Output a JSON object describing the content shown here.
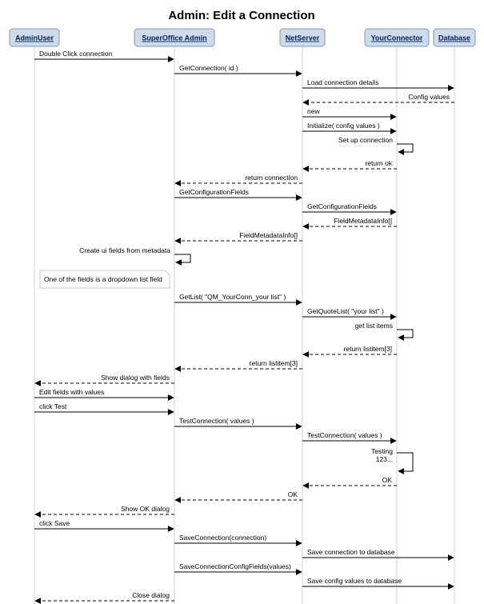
{
  "title": "Admin: Edit a Connection",
  "participants": [
    {
      "id": "adminuser",
      "label": "AdminUser"
    },
    {
      "id": "superoffice",
      "label": "SuperOffice Admin"
    },
    {
      "id": "netserver",
      "label": "NetServer"
    },
    {
      "id": "yourconnector",
      "label": "YourConnector"
    },
    {
      "id": "database",
      "label": "Database"
    }
  ],
  "messages": [
    {
      "from": "adminuser",
      "to": "superoffice",
      "label": "Double Click connection",
      "style": "solid"
    },
    {
      "from": "superoffice",
      "to": "netserver",
      "label": "GetConnection( id )",
      "style": "solid"
    },
    {
      "from": "netserver",
      "to": "database",
      "label": "Load connection details",
      "style": "solid"
    },
    {
      "from": "database",
      "to": "netserver",
      "label": "Config values",
      "style": "dashed"
    },
    {
      "from": "netserver",
      "to": "yourconnector",
      "label": "new",
      "style": "solid"
    },
    {
      "from": "netserver",
      "to": "yourconnector",
      "label": "Initialize( config values )",
      "style": "solid"
    },
    {
      "from": "yourconnector",
      "to": "yourconnector",
      "label": "Set up connection",
      "style": "self"
    },
    {
      "from": "yourconnector",
      "to": "netserver",
      "label": "return ok",
      "style": "dashed"
    },
    {
      "from": "netserver",
      "to": "superoffice",
      "label": "return connection",
      "style": "dashed"
    },
    {
      "from": "superoffice",
      "to": "netserver",
      "label": "GetConfigurationFields",
      "style": "solid"
    },
    {
      "from": "netserver",
      "to": "yourconnector",
      "label": "GetConfigurationFields",
      "style": "solid"
    },
    {
      "from": "yourconnector",
      "to": "netserver",
      "label": "FieldMetadataInfo[]",
      "style": "dashed"
    },
    {
      "from": "netserver",
      "to": "superoffice",
      "label": "FieldMetadataInfo[]",
      "style": "dashed"
    },
    {
      "from": "superoffice",
      "to": "superoffice",
      "label": "Create ui fields from metadata",
      "style": "self"
    },
    {
      "from": "superoffice",
      "to": "netserver",
      "label": "GetList( \"QM_YourConn_your list\" )",
      "style": "solid"
    },
    {
      "from": "netserver",
      "to": "yourconnector",
      "label": "GetQuoteList( \"your list\" )",
      "style": "solid"
    },
    {
      "from": "yourconnector",
      "to": "yourconnector",
      "label": "get list items",
      "style": "self"
    },
    {
      "from": "yourconnector",
      "to": "netserver",
      "label": "return listitem[3]",
      "style": "dashed"
    },
    {
      "from": "netserver",
      "to": "superoffice",
      "label": "return listitem[3]",
      "style": "dashed"
    },
    {
      "from": "superoffice",
      "to": "adminuser",
      "label": "Show dialog with fields",
      "style": "dashed"
    },
    {
      "from": "adminuser",
      "to": "superoffice",
      "label": "Edit fields with values",
      "style": "solid"
    },
    {
      "from": "adminuser",
      "to": "superoffice",
      "label": "click Test",
      "style": "solid"
    },
    {
      "from": "superoffice",
      "to": "netserver",
      "label": "TestConnection( values )",
      "style": "solid"
    },
    {
      "from": "netserver",
      "to": "yourconnector",
      "label": "TestConnection( values )",
      "style": "solid"
    },
    {
      "from": "yourconnector",
      "to": "yourconnector",
      "label": "Testing\n123...",
      "style": "self"
    },
    {
      "from": "yourconnector",
      "to": "netserver",
      "label": "OK",
      "style": "dashed"
    },
    {
      "from": "netserver",
      "to": "superoffice",
      "label": "OK",
      "style": "dashed"
    },
    {
      "from": "superoffice",
      "to": "adminuser",
      "label": "Show OK dialog",
      "style": "dashed"
    },
    {
      "from": "adminuser",
      "to": "superoffice",
      "label": "click Save",
      "style": "solid"
    },
    {
      "from": "superoffice",
      "to": "netserver",
      "label": "SaveConnection(connection)",
      "style": "solid"
    },
    {
      "from": "netserver",
      "to": "database",
      "label": "Save connection to database",
      "style": "solid"
    },
    {
      "from": "superoffice",
      "to": "netserver",
      "label": "SaveConnectionConfigFields(values)",
      "style": "solid"
    },
    {
      "from": "netserver",
      "to": "database",
      "label": "Save config values to database",
      "style": "solid"
    },
    {
      "from": "superoffice",
      "to": "adminuser",
      "label": "Close dialog",
      "style": "dashed"
    }
  ],
  "notes": [
    {
      "participant": "adminuser",
      "after_message": 13,
      "text": "One of the fields is a dropdown list field"
    }
  ]
}
